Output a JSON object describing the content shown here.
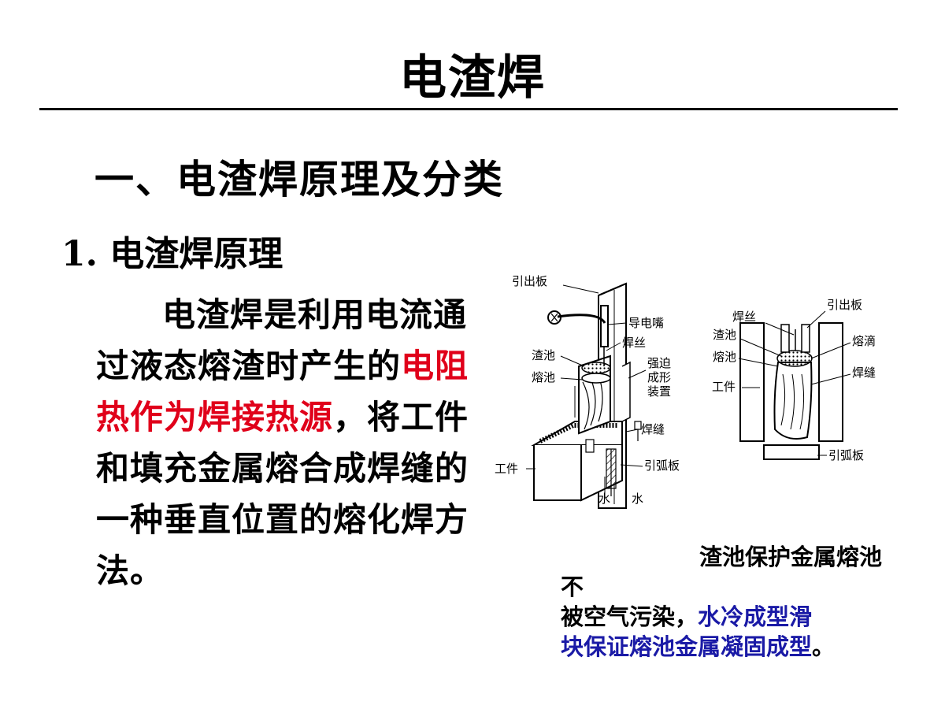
{
  "slide": {
    "title": "电渣焊",
    "heading": "一、电渣焊原理及分类",
    "subheading": "1. 电渣焊原理",
    "body": {
      "part1": "电渣焊是利用电流通过液态熔渣时产生的",
      "highlight": "电阻热作为焊接热源",
      "part2": "，将工件和填充金属熔合成焊缝的一种垂直位置的熔化焊方法。"
    },
    "caption": {
      "line1": "渣池保护金属熔池",
      "line2": "不",
      "line3_part1": "被空气污染，",
      "line3_highlight": "水冷成型滑",
      "line4_highlight": "块保证熔池金属凝固成型",
      "line4_end": "。"
    },
    "colors": {
      "highlight_red": "#e0001a",
      "highlight_blue": "#1a1aa6"
    }
  },
  "figure": {
    "left": {
      "yinchuban": "引出板",
      "daodianzui": "导电嘴",
      "hansi": "焊丝",
      "zhachi": "渣池",
      "rongchi": "熔池",
      "qiangpo1": "强迫",
      "qiangpo2": "成形",
      "qiangpo3": "装置",
      "hanfeng": "焊缝",
      "gongjian": "工件",
      "yinhuban": "引弧板",
      "shui1": "水",
      "shui2": "水"
    },
    "right": {
      "hansi": "焊丝",
      "yinchuban": "引出板",
      "zhachi": "渣池",
      "rongdi": "熔滴",
      "rongchi": "熔池",
      "hanfeng": "焊缝",
      "gongjian": "工件",
      "yinhuban": "引弧板"
    }
  }
}
